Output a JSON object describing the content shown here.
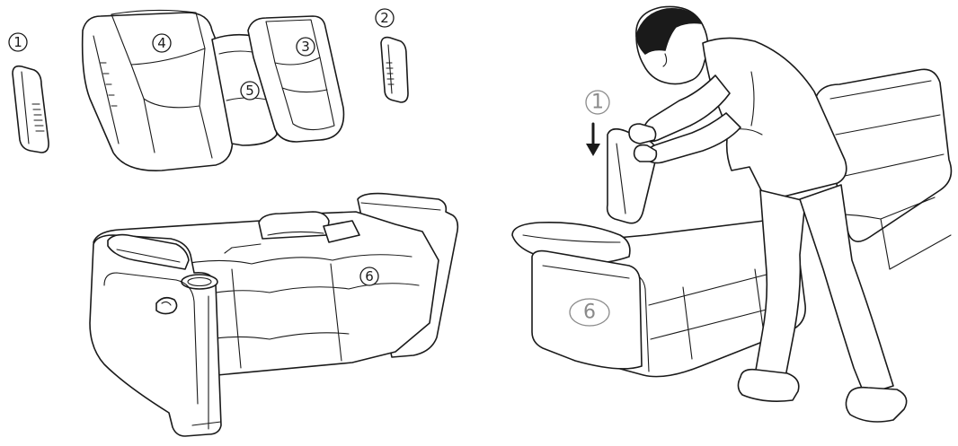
{
  "callouts": {
    "left_armrest": "1",
    "right_armrest": "2",
    "right_backrest": "3",
    "left_backrest": "4",
    "middle_backrest": "5",
    "seat_base": "6",
    "step_number": "1",
    "base_in_install_view": "6"
  },
  "icons": {
    "step_arrow": "arrow-down-icon"
  },
  "colors": {
    "line": "#1a1a1a",
    "callout_grey": "#8a8a8a",
    "background": "#ffffff"
  }
}
